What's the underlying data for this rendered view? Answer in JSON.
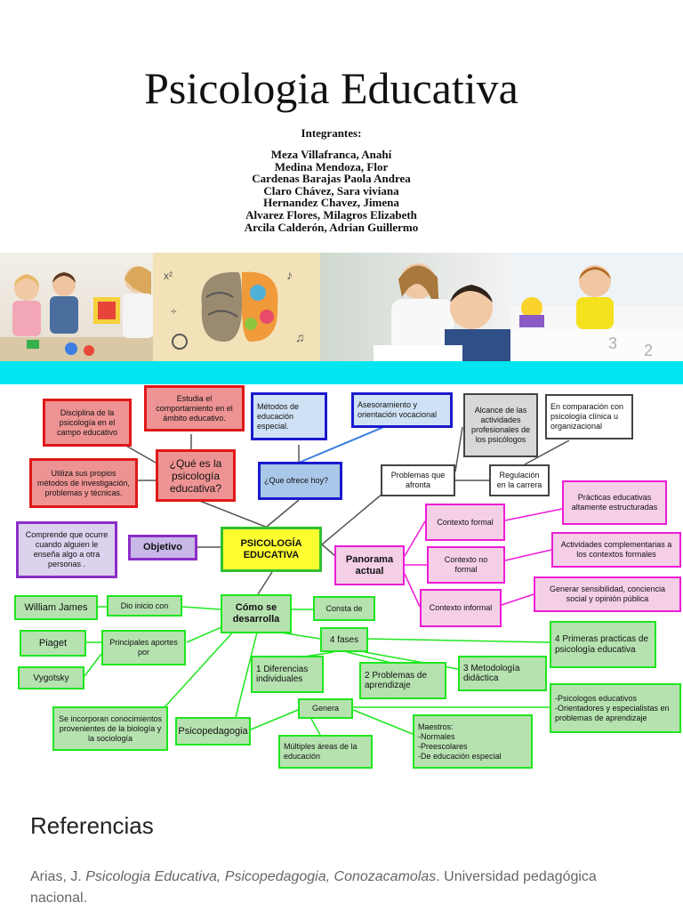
{
  "title": "Psicologia Educativa",
  "integrantes_label": "Integrantes:",
  "members": [
    "Meza Villafranca, Anahí",
    "Medina Mendoza, Flor",
    "Cardenas Barajas Paola Andrea",
    "Claro Chávez, Sara viviana",
    "Hernandez Chavez, Jimena",
    "Alvarez Flores, Milagros Elizabeth",
    "Arcila Calderón, Adrian Guillermo"
  ],
  "map": {
    "center": "PSICOLOGÍA EDUCATIVA",
    "que_es": "¿Qué es la psicología educativa?",
    "estudia": "Estudia el comportamiento en el ámbito educativo.",
    "disciplina": "Disciplina de la psicología en el campo educativo",
    "utiliza": "Utiliza sus propios métodos de investigación, problemas y técnicas.",
    "que_ofrece": "¿Que ofrece hoy?",
    "metodos": "Métodos de educación especial.",
    "asesoramiento": "Asesoramiento y orientación vocacional",
    "problemas_afronta": "Problemas que afronta",
    "alcance": "Alcance de las actividades profesionales de los psicólogos",
    "comparacion": "En comparación con psicología clínica u organizacional",
    "regulacion": "Regulación en la carrera",
    "objetivo": "Objetivo",
    "comprende": "Comprende que ocurre cuando alguien le enseña algo a otra personas .",
    "panorama": "Panorama actual",
    "contexto_formal": "Contexto formal",
    "contexto_no_formal": "Contexto no formal",
    "contexto_informal": "Contexto informal",
    "practicas": "Prácticas educativas altamente estructuradas",
    "actividades": "Actividades complementarias a los contextos formales",
    "generar": "Generar sensibilidad, conciencia social y opinión pública",
    "como_desarrolla": "Cómo se desarrolla",
    "william": "William James",
    "dio_inicio": "Dio inicio con",
    "consta": "Consta de",
    "piaget": "Piaget",
    "principales": "Principales aportes por",
    "vygotsky": "Vygotsky",
    "cuatro_fases": "4 fases",
    "fase1": "1 Diferencias individuales",
    "fase2": "2 Problemas de aprendizaje",
    "fase3": "3 Metodología didáctica",
    "fase4": "4 Primeras practicas de psicología educativa",
    "incorporan": "Se incorporan conocimientos provenientes de la biología y la sociología",
    "psicopedagogia": "Psicopedagogia",
    "genera": "Genera",
    "psicologos": "-Psicologos educativos\n-Orientadores y especialistas en problemas de aprendizaje",
    "maestros": "Maestros:\n-Normales\n-Preescolares\n-De educación especial",
    "multiples": "Múltiples áreas de la educación"
  },
  "references_heading": "Referencias",
  "reference": {
    "author": "Arias, J. ",
    "italic": "Psicologia Educativa, Psicopedagogia, Conozacamolas",
    "rest": ". Universidad pedagógica nacional."
  },
  "colors": {
    "cyan_band": "#00e5ef",
    "red_border": "#e01818",
    "blue_border": "#1a1acc",
    "pink_border": "#ee1bd6",
    "green_border": "#1fe61f",
    "purple_border": "#8b2ec7",
    "center_fill": "#ffff30"
  }
}
